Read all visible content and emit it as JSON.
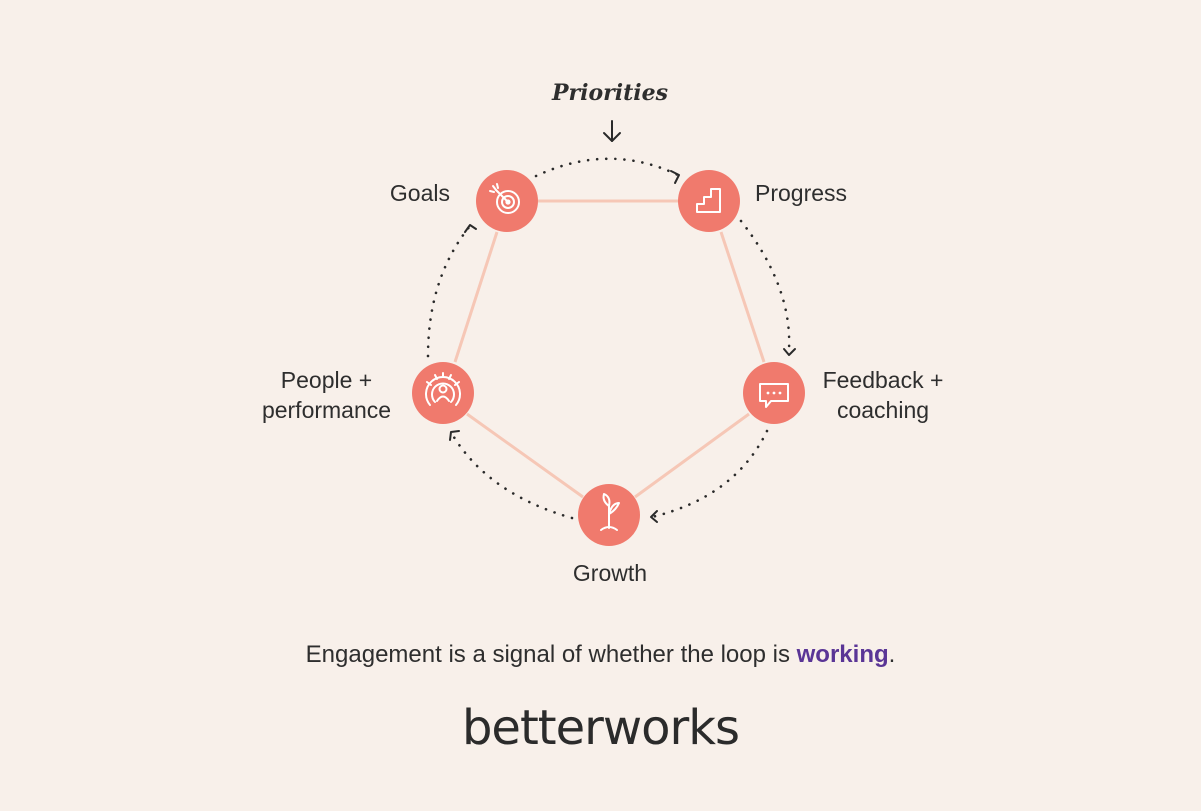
{
  "diagram": {
    "top_label": "Priorities",
    "nodes": [
      {
        "id": "goals",
        "label_lines": [
          "Goals"
        ],
        "icon": "target-icon"
      },
      {
        "id": "progress",
        "label_lines": [
          "Progress"
        ],
        "icon": "stairs-icon"
      },
      {
        "id": "feedback",
        "label_lines": [
          "Feedback +",
          "coaching"
        ],
        "icon": "chat-bubble-icon"
      },
      {
        "id": "growth",
        "label_lines": [
          "Growth"
        ],
        "icon": "sprout-icon"
      },
      {
        "id": "people",
        "label_lines": [
          "People +",
          "performance"
        ],
        "icon": "gauge-icon"
      }
    ],
    "flow_direction": "clockwise"
  },
  "tagline": {
    "before": "Engagement is a signal of whether the loop is ",
    "highlight": "working",
    "after": "."
  },
  "brand": {
    "logo_text": "betterworks"
  },
  "colors": {
    "background": "#f8f0ea",
    "node_fill": "#f07a6d",
    "ring_line": "#f6c7b6",
    "dotted_arrow": "#2a2a2a",
    "text": "#2e2e2e",
    "accent": "#5a3596"
  }
}
